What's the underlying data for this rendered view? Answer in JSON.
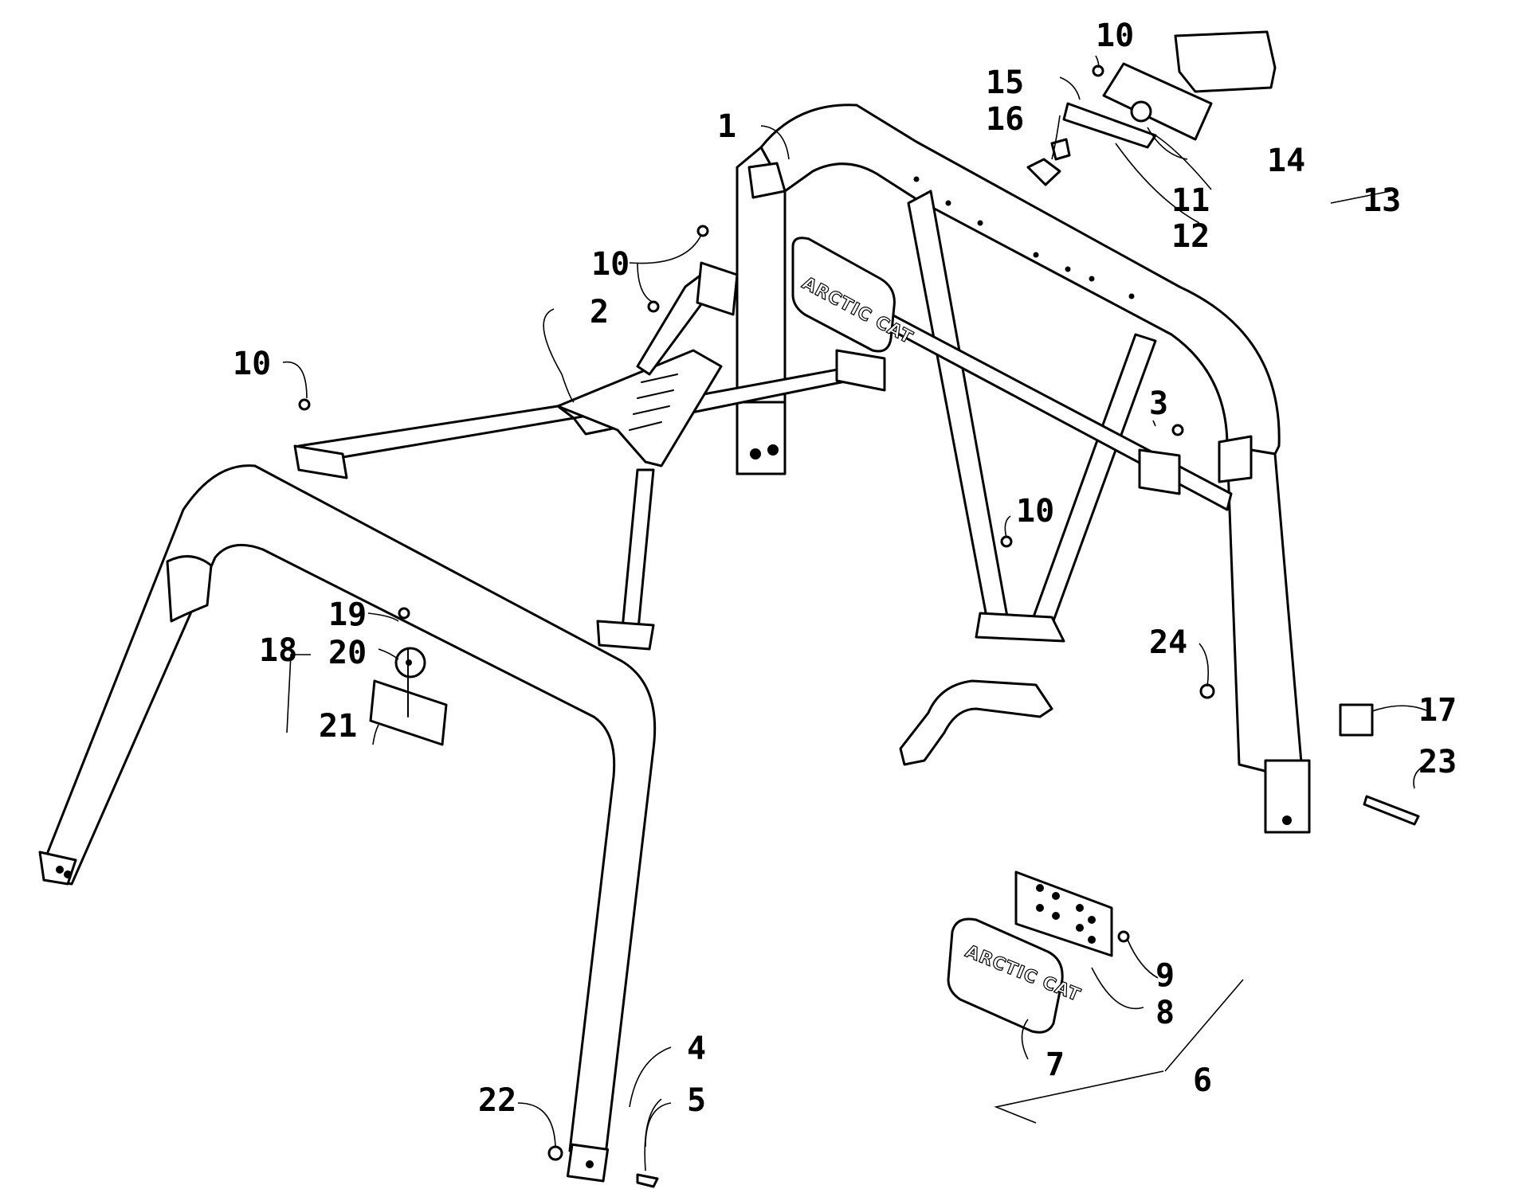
{
  "diagram": {
    "callouts": [
      {
        "id": "c1",
        "label": "1"
      },
      {
        "id": "c2",
        "label": "2"
      },
      {
        "id": "c3",
        "label": "3"
      },
      {
        "id": "c4",
        "label": "4"
      },
      {
        "id": "c5",
        "label": "5"
      },
      {
        "id": "c6",
        "label": "6"
      },
      {
        "id": "c7",
        "label": "7"
      },
      {
        "id": "c8",
        "label": "8"
      },
      {
        "id": "c9",
        "label": "9"
      },
      {
        "id": "c10a",
        "label": "10"
      },
      {
        "id": "c10b",
        "label": "10"
      },
      {
        "id": "c10c",
        "label": "10"
      },
      {
        "id": "c10d",
        "label": "10"
      },
      {
        "id": "c11",
        "label": "11"
      },
      {
        "id": "c12",
        "label": "12"
      },
      {
        "id": "c13",
        "label": "13"
      },
      {
        "id": "c14",
        "label": "14"
      },
      {
        "id": "c15",
        "label": "15"
      },
      {
        "id": "c16",
        "label": "16"
      },
      {
        "id": "c17",
        "label": "17"
      },
      {
        "id": "c18",
        "label": "18"
      },
      {
        "id": "c19",
        "label": "19"
      },
      {
        "id": "c20",
        "label": "20"
      },
      {
        "id": "c21",
        "label": "21"
      },
      {
        "id": "c22",
        "label": "22"
      },
      {
        "id": "c23",
        "label": "23"
      },
      {
        "id": "c24",
        "label": "24"
      }
    ],
    "badge_text": "ARCTIC CAT"
  }
}
